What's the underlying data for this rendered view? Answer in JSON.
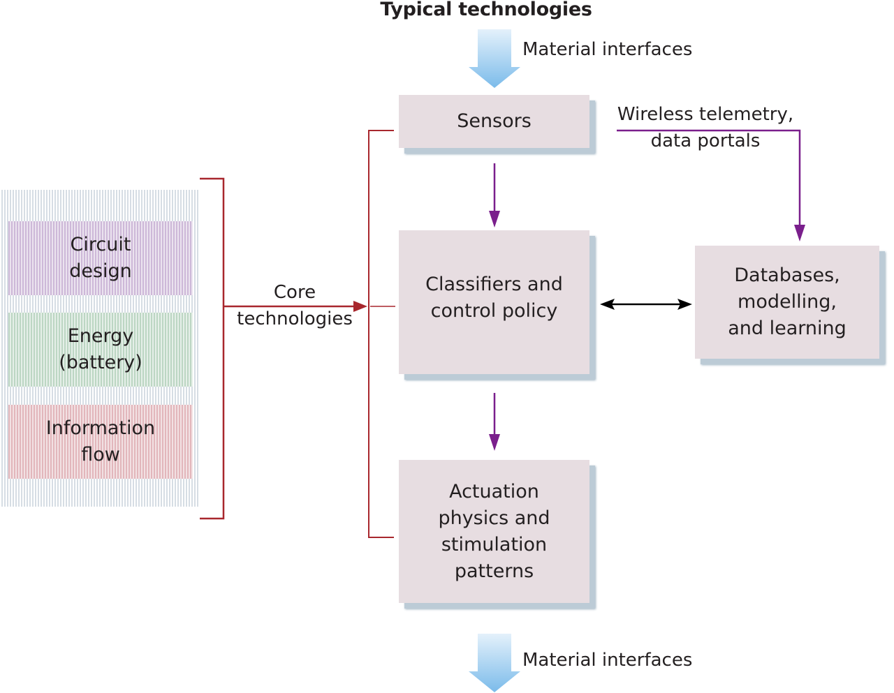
{
  "title": "Typical technologies",
  "material_interfaces_top": "Material interfaces",
  "material_interfaces_bottom": "Material interfaces",
  "core_technologies": {
    "label_line1": "Core",
    "label_line2": "technologies",
    "items": [
      {
        "line1": "Circuit",
        "line2": "design",
        "color": "#cdb8d8"
      },
      {
        "line1": "Energy",
        "line2": "(battery)",
        "color": "#bcd6c3"
      },
      {
        "line1": "Information",
        "line2": "flow",
        "color": "#e2b6bb"
      }
    ]
  },
  "boxes": {
    "sensors": {
      "lines": [
        "Sensors"
      ]
    },
    "classifiers": {
      "lines": [
        "Classifiers and",
        "control policy"
      ]
    },
    "actuation": {
      "lines": [
        "Actuation",
        "physics and",
        "stimulation",
        "patterns"
      ]
    },
    "databases": {
      "lines": [
        "Databases,",
        "modelling,",
        "and learning"
      ]
    }
  },
  "wireless_label": {
    "line1": "Wireless telemetry,",
    "line2": "data portals"
  },
  "colors": {
    "box_fill": "#e7dde1",
    "bracket_red": "#a8272d",
    "flow_purple": "#7a1f8c",
    "bidirectional_black": "#000000",
    "material_arrow_blue": "#8cc4ec"
  }
}
